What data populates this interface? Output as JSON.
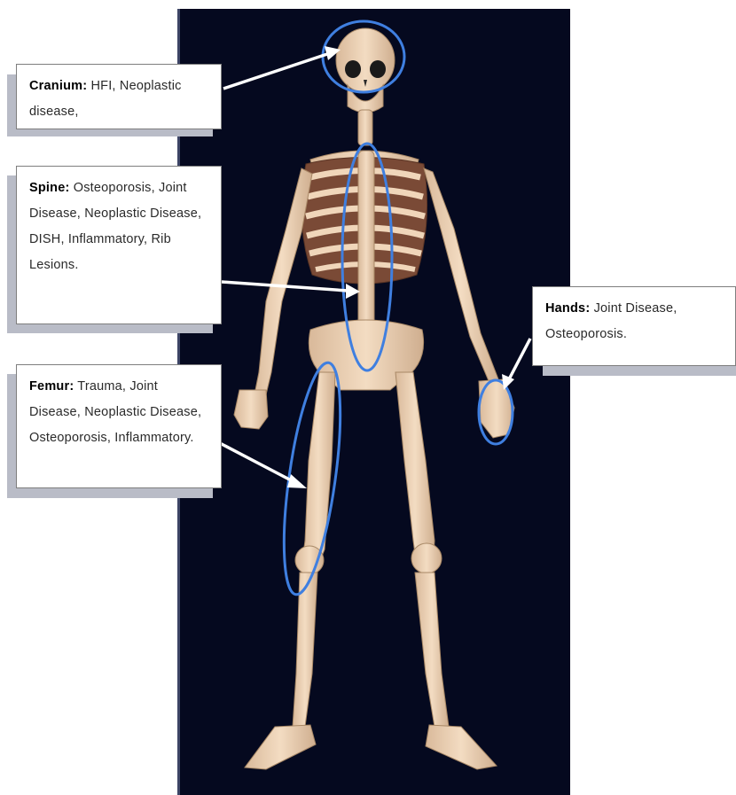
{
  "colors": {
    "panel_background": "#05091f",
    "bone": "#eed2b4",
    "highlight_ring": "#3f7fe0",
    "arrow": "#ffffff"
  },
  "callouts": {
    "cranium": {
      "heading": "Cranium:",
      "text": " HFI, Neoplastic disease,"
    },
    "spine": {
      "heading": "Spine:",
      "text": " Osteoporosis, Joint Disease, Neoplastic Disease, DISH, Inflammatory, Rib Lesions."
    },
    "femur": {
      "heading": "Femur:",
      "text": " Trauma, Joint Disease, Neoplastic Disease, Osteoporosis, Inflammatory."
    },
    "hands": {
      "heading": "Hands:",
      "text": " Joint Disease, Osteoporosis."
    }
  }
}
